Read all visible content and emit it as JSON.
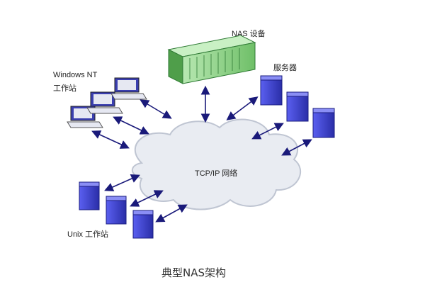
{
  "labels": {
    "nas": "NAS 设备",
    "windows_nt_line1": "Windows NT",
    "windows_nt_line2": "工作站",
    "servers": "服务器",
    "network": "TCP/IP 网络",
    "unix": "Unix 工作站"
  },
  "caption": "典型NAS架构",
  "colors": {
    "nas_body": "#8fd08a",
    "nas_dark": "#2f7a35",
    "server_blue": "#3a3fd0",
    "server_dark": "#1a1c80",
    "cloud_fill": "#e9ecf2",
    "cloud_stroke": "#bfc5d2",
    "arrow": "#1a1a7a",
    "workstation_light": "#e6e8f2",
    "workstation_blue": "#3b3fb0"
  },
  "icons": {
    "nas": "nas-device-icon",
    "server": "server-tower-icon",
    "workstation": "workstation-computer-icon",
    "cloud": "network-cloud-icon",
    "arrow": "double-arrow-icon"
  }
}
